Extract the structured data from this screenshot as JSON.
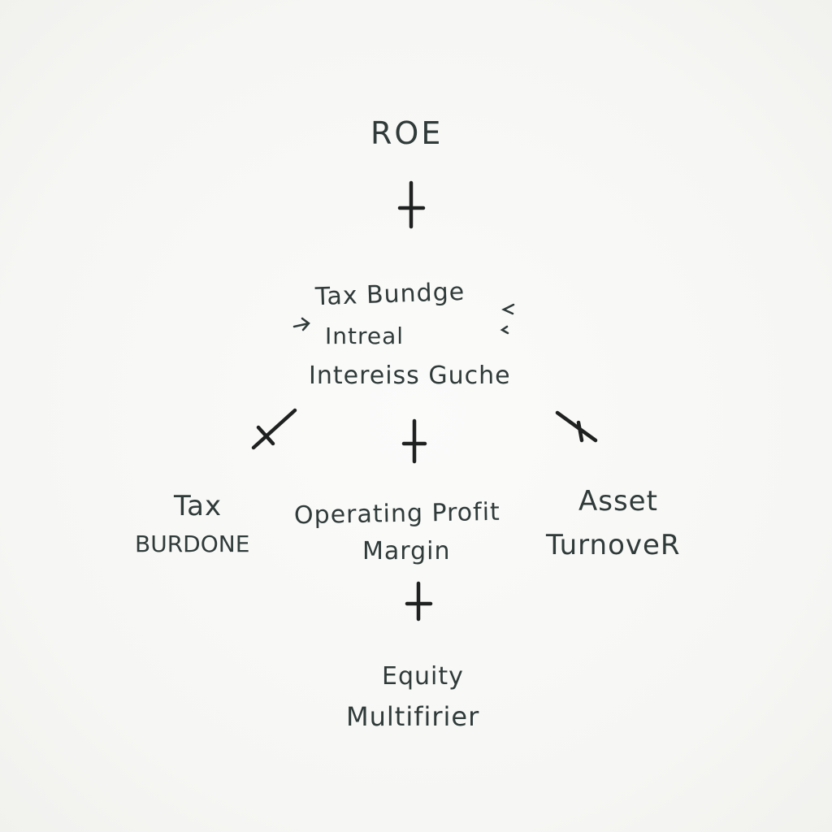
{
  "diagram": {
    "root": {
      "label": "ROE"
    },
    "middle": {
      "lines": [
        "Tax Bundge",
        "Intreal",
        "Intereiss Guche"
      ]
    },
    "branches": {
      "left": {
        "lines": [
          "Tax",
          "BURDONE"
        ]
      },
      "center": {
        "lines": [
          "Operating Profit",
          "Margin"
        ]
      },
      "right": {
        "lines": [
          "Asset",
          "TurnoveR"
        ]
      }
    },
    "bottom": {
      "lines": [
        "Equity",
        "Multifirier"
      ]
    },
    "colors": {
      "ink": "#2f3a39",
      "marks": "#1f2120",
      "paper": "#f8f8f6"
    }
  }
}
